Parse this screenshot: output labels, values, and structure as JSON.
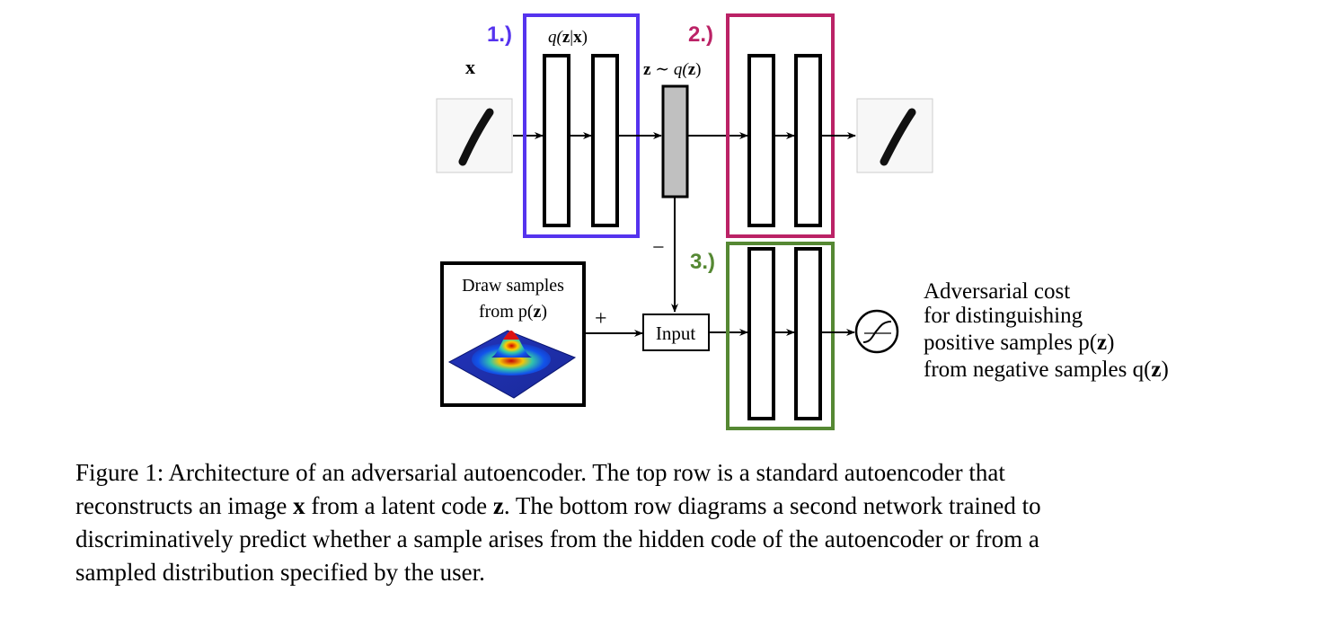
{
  "diagram": {
    "step_labels": [
      "1.)",
      "2.)",
      "3.)"
    ],
    "step_colors": [
      "#5533ee",
      "#bb2266",
      "#558833"
    ],
    "encoder_label": {
      "pre": "q(",
      "bold1": "z",
      "mid": "|",
      "bold2": "x",
      "post": ")"
    },
    "input_label": "x",
    "latent_label": {
      "bold": "z",
      "rest": " ∼ q(",
      "bold2": "z",
      "post": ")"
    },
    "minus_sign": "−",
    "plus_sign": "+",
    "prior_box": {
      "line1": "Draw samples",
      "line2_pre": "from p(",
      "line2_bold": "z",
      "line2_post": ")"
    },
    "input_box_label": "Input",
    "adversarial_text": {
      "line1": "Adversarial cost",
      "line2": "for distinguishing",
      "line3_pre": "positive samples p(",
      "line3_bold": "z",
      "line3_post": ")",
      "line4_pre": "from negative samples q(",
      "line4_bold": "z",
      "line4_post": ")"
    }
  },
  "caption": {
    "line1": "Figure 1: Architecture of an adversarial autoencoder. The top row is a standard autoencoder that",
    "line2_a": "reconstructs an image ",
    "line2_x": "x",
    "line2_b": " from a latent code ",
    "line2_z": "z",
    "line2_c": ". The bottom row diagrams a second network trained to",
    "line3": "discriminatively predict whether a sample arises from the hidden code of the autoencoder or from a",
    "line4": "sampled distribution specified by the user."
  }
}
